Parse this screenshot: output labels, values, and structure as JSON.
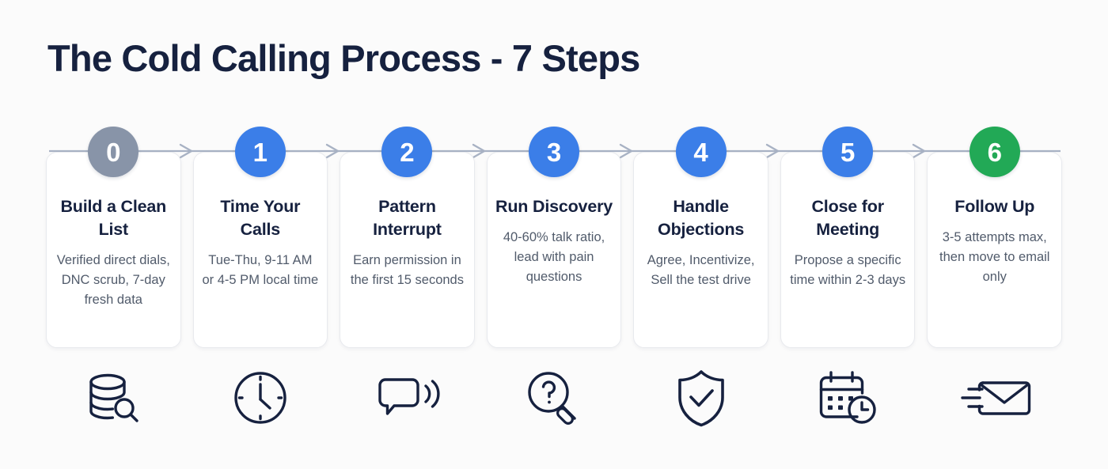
{
  "page": {
    "title": "The Cold Calling Process - 7 Steps",
    "background_color": "#fbfbfb",
    "title_color": "#16213f"
  },
  "theme": {
    "blue": "#3b7ee8",
    "gray": "#8894a8",
    "green": "#22a956",
    "card_bg": "#ffffff",
    "card_border": "#e8eaee",
    "connector": "#a8b2c4",
    "icon_stroke": "#16213f",
    "desc_color": "#515b6b"
  },
  "connector": {
    "arrow_count": 6,
    "style": "line-with-chevron-arrows"
  },
  "steps": [
    {
      "number": "0",
      "badge_color": "#8894a8",
      "title": "Build a Clean List",
      "desc": "Verified direct dials, DNC scrub, 7-day fresh data",
      "icon": "database-search-icon"
    },
    {
      "number": "1",
      "badge_color": "#3b7ee8",
      "title": "Time Your Calls",
      "desc": "Tue-Thu, 9-11 AM or 4-5 PM local time",
      "icon": "clock-icon"
    },
    {
      "number": "2",
      "badge_color": "#3b7ee8",
      "title": "Pattern Interrupt",
      "desc": "Earn permission in the first 15 seconds",
      "icon": "speech-bubble-sound-icon"
    },
    {
      "number": "3",
      "badge_color": "#3b7ee8",
      "title": "Run Discovery",
      "desc": "40-60% talk ratio, lead with pain questions",
      "icon": "magnifier-question-icon"
    },
    {
      "number": "4",
      "badge_color": "#3b7ee8",
      "title": "Handle Objections",
      "desc": "Agree, Incentivize, Sell the test drive",
      "icon": "shield-check-icon"
    },
    {
      "number": "5",
      "badge_color": "#3b7ee8",
      "title": "Close for Meeting",
      "desc": "Propose a specific time within 2-3 days",
      "icon": "calendar-clock-icon"
    },
    {
      "number": "6",
      "badge_color": "#22a956",
      "title": "Follow Up",
      "desc": "3-5 attempts max, then move to email only",
      "icon": "send-email-icon"
    }
  ]
}
